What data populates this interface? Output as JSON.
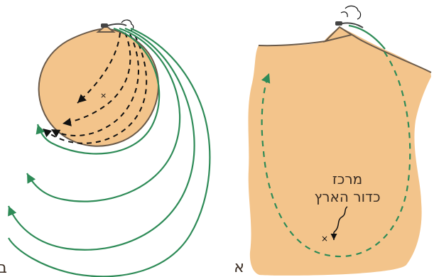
{
  "labels": {
    "right_center_line1": "מרכז",
    "right_center_line2": "כדור הארץ",
    "panel_left": "ב",
    "panel_right": "א"
  },
  "colors": {
    "earth_fill": "#F3C48B",
    "orbit_green": "#2E8B57",
    "outline": "#6A5A4A",
    "text_dark": "#3B2E24",
    "dash_dark": "#111111"
  }
}
